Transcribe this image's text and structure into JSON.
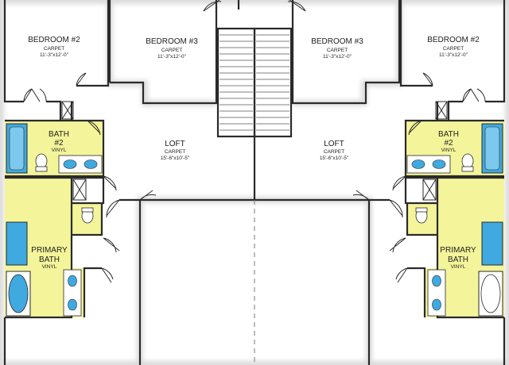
{
  "colors": {
    "bath": "#f4f49a",
    "fixture": "#3fa9e0",
    "wall": "#2a2a2a",
    "floor": "#f4f4f4"
  },
  "rooms": {
    "left_bedroom2": {
      "name": "BEDROOM #2",
      "floor": "CARPET",
      "size": "11'-3\"x12'-0\""
    },
    "left_bedroom3": {
      "name": "BEDROOM #3",
      "floor": "CARPET",
      "size": "11'-3\"x12'-0\""
    },
    "right_bedroom3": {
      "name": "BEDROOM #3",
      "floor": "CARPET",
      "size": "11'-3\"x12'-0\""
    },
    "right_bedroom2": {
      "name": "BEDROOM #2",
      "floor": "CARPET",
      "size": "11'-3\"x12'-0\""
    },
    "left_loft": {
      "name": "LOFT",
      "floor": "CARPET",
      "size": "15'-6\"x10'-5\""
    },
    "right_loft": {
      "name": "LOFT",
      "floor": "CARPET",
      "size": "15'-6\"x10'-5\""
    },
    "left_bath2": {
      "name1": "BATH",
      "name2": "#2",
      "floor": "VINYL"
    },
    "right_bath2": {
      "name1": "BATH",
      "name2": "#2",
      "floor": "VINYL"
    },
    "left_primary_bath": {
      "name1": "PRIMARY",
      "name2": "BATH",
      "floor": "VINYL"
    },
    "right_primary_bath": {
      "name1": "PRIMARY",
      "name2": "BATH",
      "floor": "VINYL"
    }
  }
}
